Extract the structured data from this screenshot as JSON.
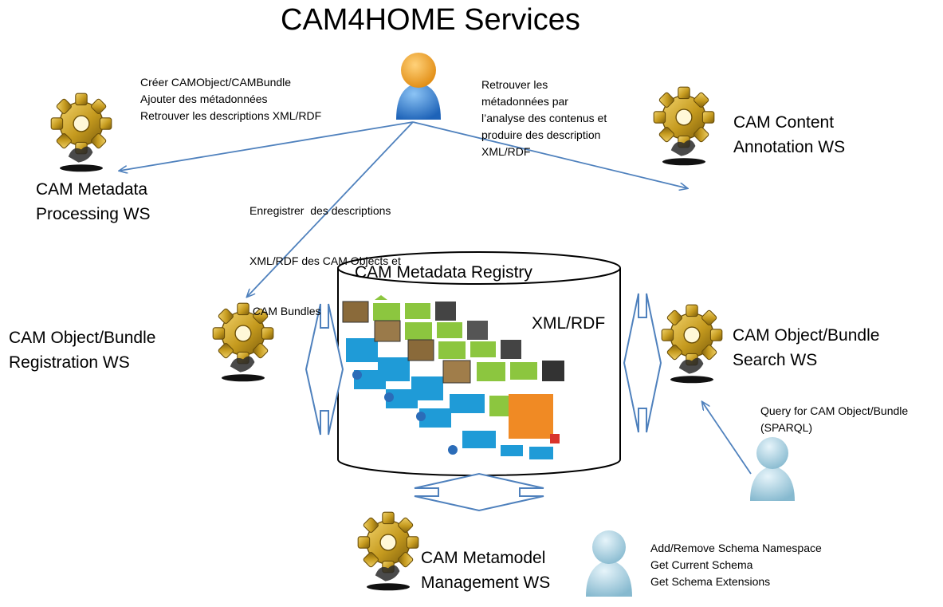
{
  "title": "CAM4HOME Services",
  "services": {
    "metadata_processing": {
      "line1": "CAM Metadata",
      "line2": "Processing WS"
    },
    "content_annotation": {
      "line1": "CAM Content",
      "line2": "Annotation WS"
    },
    "registration": {
      "line1": "CAM Object/Bundle",
      "line2": "Registration WS"
    },
    "search": {
      "line1": "CAM Object/Bundle",
      "line2": "Search WS"
    },
    "metamodel": {
      "line1": "CAM Metamodel",
      "line2": "Management WS"
    }
  },
  "registry": {
    "title": "CAM Metadata Registry",
    "format": "XML/RDF"
  },
  "notes": {
    "processing": [
      "Créer CAMObject/CAMBundle",
      "Ajouter des métadonnées",
      "Retrouver les descriptions XML/RDF"
    ],
    "annotation": [
      "Retrouver les",
      "métadonnées par",
      "l’analyse des contenus et",
      "produire des description",
      "XML/RDF"
    ],
    "registration": [
      "Enregistrer  des descriptions",
      "XML/RDF des CAM Objects et",
      " CAM Bundles"
    ],
    "search": [
      "Query for CAM Object/Bundle",
      "(SPARQL)"
    ],
    "metamodel": [
      "Add/Remove Schema Namespace",
      "Get Current Schema",
      "Get Schema Extensions"
    ]
  },
  "colors": {
    "arrow": "#4f81bd",
    "gear_body": "#c9a227",
    "gear_dark": "#8a6d12",
    "user_main_body": "#4a90d9",
    "user_main_head": "#f5a623",
    "user_light": "#a9cfe0"
  },
  "icons": [
    "gear-icon",
    "user-icon",
    "database-cylinder-icon",
    "double-arrow-icon"
  ]
}
